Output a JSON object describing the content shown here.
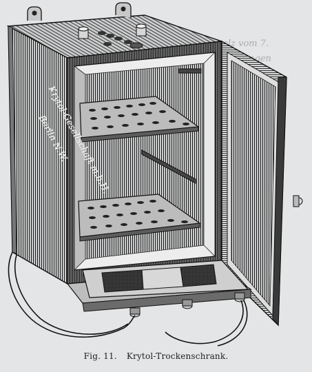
{
  "figure": {
    "label": "Fig. 11.",
    "title": "Krytol-Trockenschrank.",
    "cabinet_inscription": [
      "Krytol-Gesellschaft m.b.H.",
      "Berlin N.W."
    ]
  }
}
